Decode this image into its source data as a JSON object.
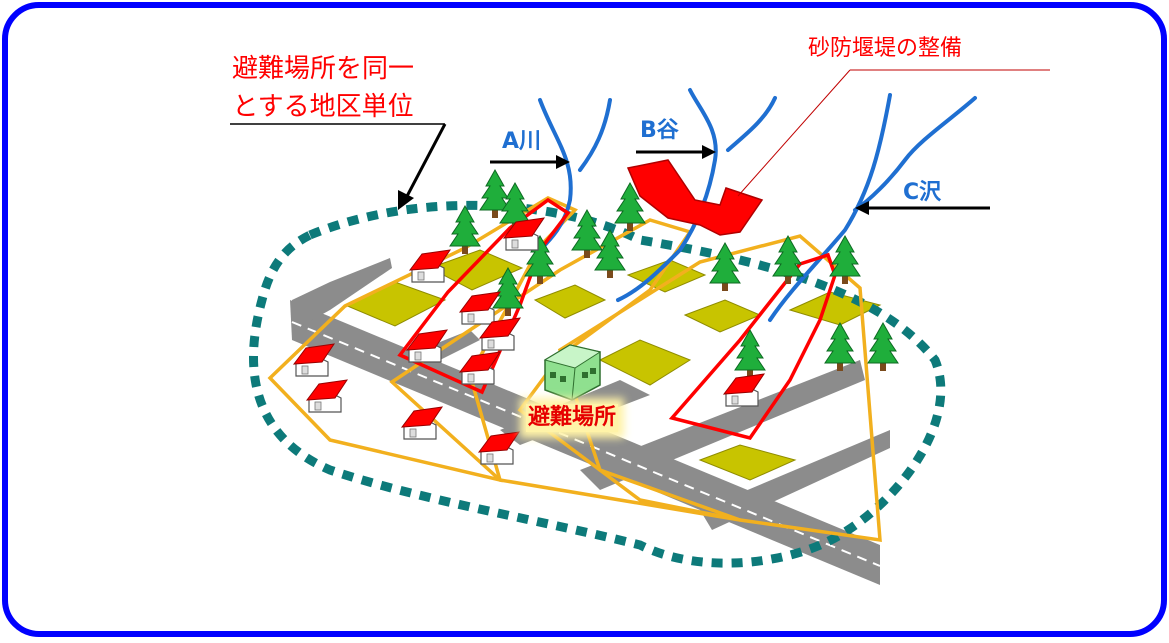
{
  "labels": {
    "district_line1": "避難場所を同一",
    "district_line2": "とする地区単位",
    "sabo_dam": "砂防堰堤の整備",
    "river_a": "A川",
    "valley_b": "B谷",
    "stream_c": "C沢",
    "shelter": "避難場所"
  },
  "colors": {
    "frame": "#0000ff",
    "river": "#1f6fd1",
    "danger_zone": "#ff0000",
    "district_outline": "#f2b01e",
    "dotted_boundary": "#0d7a7a",
    "road": "#8c8c8c",
    "field": "#c8c400",
    "tree": "#1fae3b",
    "roof": "#ff0000",
    "shelter_building": "#8fe08f"
  }
}
